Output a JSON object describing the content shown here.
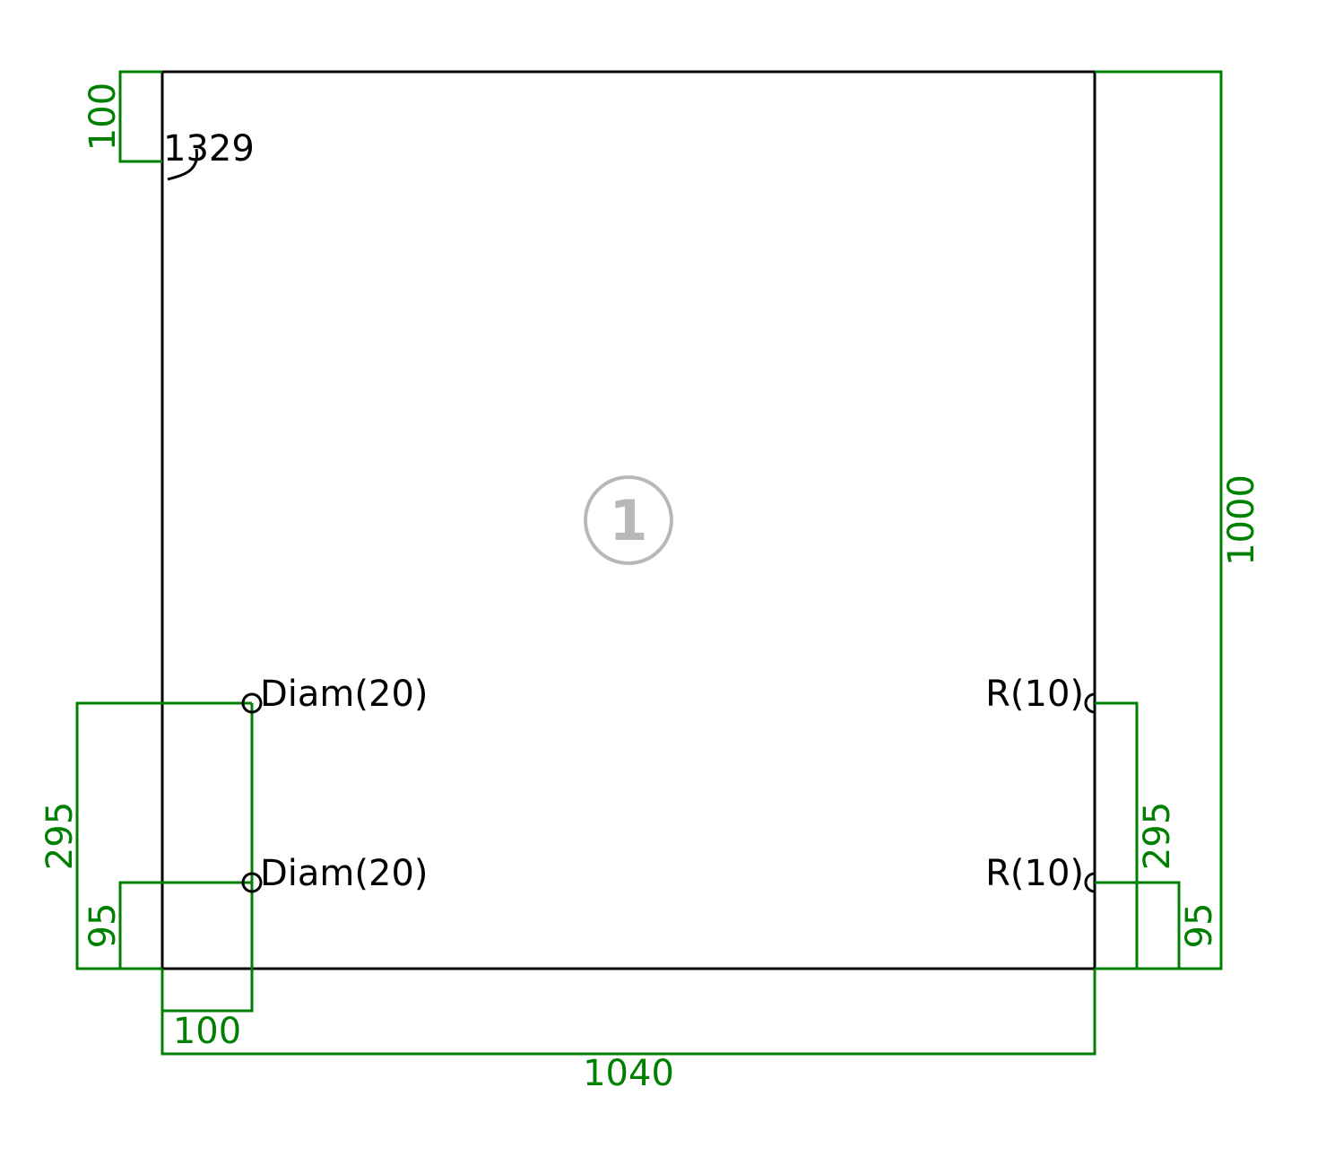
{
  "drawing": {
    "part_number": "1",
    "corner_label": "1329",
    "colors": {
      "outline": "#000000",
      "dimension": "#008000",
      "badge": "#b8b8b8"
    },
    "holes": {
      "left_upper_label": "Diam(20)",
      "left_lower_label": "Diam(20)",
      "right_upper_label": "R(10)",
      "right_lower_label": "R(10)"
    },
    "dimensions": {
      "overall_width": "1040",
      "overall_height": "1000",
      "top_left_offset": "100",
      "hole_left_offset": "100",
      "left_upper_height": "295",
      "left_lower_height": "95",
      "right_upper_height": "295",
      "right_lower_height": "95"
    }
  }
}
